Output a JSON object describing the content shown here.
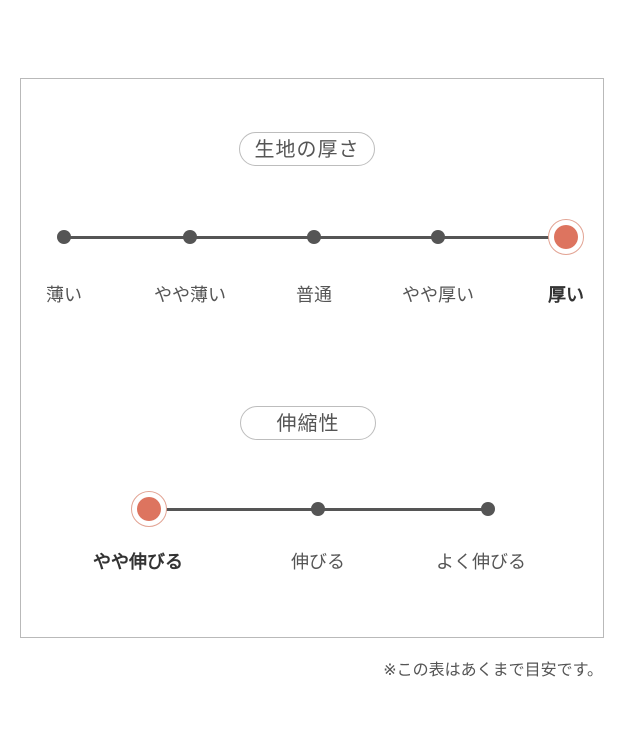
{
  "thickness": {
    "title": "生地の厚さ",
    "options": [
      "薄い",
      "やや薄い",
      "普通",
      "やや厚い",
      "厚い"
    ],
    "selected_index": 4
  },
  "stretch": {
    "title": "伸縮性",
    "options": [
      "やや伸びる",
      "伸びる",
      "よく伸びる"
    ],
    "selected_index": 0
  },
  "note": "※この表はあくまで目安です。",
  "colors": {
    "accent": "#dd745f",
    "line": "#555555",
    "border": "#b9b9b9"
  }
}
